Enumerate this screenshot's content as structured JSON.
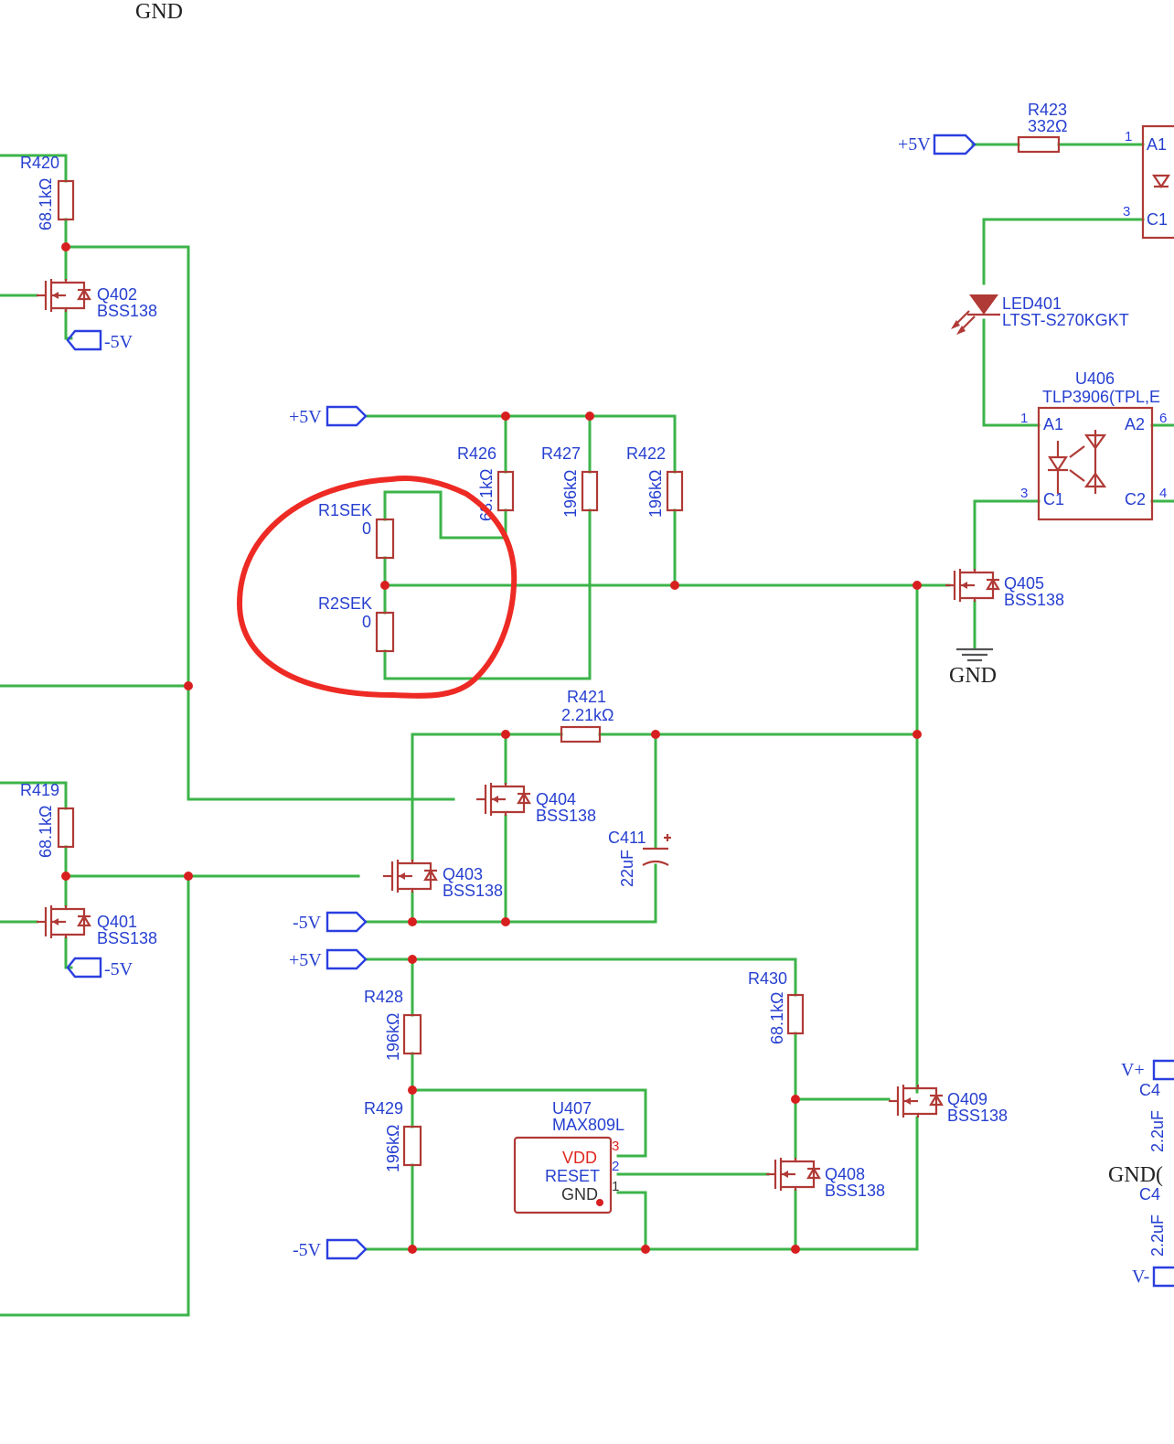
{
  "ground_label": "GND",
  "ports": {
    "plus5": "+5V",
    "minus5": "-5V",
    "v_plus": "V+",
    "v_minus": "V-"
  },
  "resistors": {
    "r420": {
      "ref": "R420",
      "value": "68.1kΩ"
    },
    "r419": {
      "ref": "R419",
      "value": "68.1kΩ"
    },
    "r423": {
      "ref": "R423",
      "value": "332Ω"
    },
    "r426": {
      "ref": "R426",
      "value": "68.1kΩ"
    },
    "r427": {
      "ref": "R427",
      "value": "196kΩ"
    },
    "r422": {
      "ref": "R422",
      "value": "196kΩ"
    },
    "r1sek": {
      "ref": "R1SEK",
      "value": "0"
    },
    "r2sek": {
      "ref": "R2SEK",
      "value": "0"
    },
    "r421": {
      "ref": "R421",
      "value": "2.21kΩ"
    },
    "r428": {
      "ref": "R428",
      "value": "196kΩ"
    },
    "r429": {
      "ref": "R429",
      "value": "196kΩ"
    },
    "r430": {
      "ref": "R430",
      "value": "68.1kΩ"
    }
  },
  "transistors": {
    "q402": {
      "ref": "Q402",
      "part": "BSS138"
    },
    "q401": {
      "ref": "Q401",
      "part": "BSS138"
    },
    "q404": {
      "ref": "Q404",
      "part": "BSS138"
    },
    "q403": {
      "ref": "Q403",
      "part": "BSS138"
    },
    "q405": {
      "ref": "Q405",
      "part": "BSS138"
    },
    "q409": {
      "ref": "Q409",
      "part": "BSS138"
    },
    "q408": {
      "ref": "Q408",
      "part": "BSS138"
    }
  },
  "capacitors": {
    "c411": {
      "ref": "C411",
      "value": "22uF"
    }
  },
  "led401": {
    "ref": "LED401",
    "part": "LTST-S270KGKT"
  },
  "u406": {
    "ref": "U406",
    "part": "TLP3906(TPL,E",
    "pin_a1": "A1",
    "pin_a2": "A2",
    "pin_c1": "C1",
    "pin_c2": "C2",
    "num_1": "1",
    "num_3": "3",
    "num_6": "6",
    "num_4": "4"
  },
  "opto_top": {
    "pin_a": "A1",
    "pin_c": "C1",
    "num_1": "1",
    "num_3": "3"
  },
  "u407": {
    "ref": "U407",
    "part": "MAX809L",
    "pin_vdd": "VDD",
    "pin_reset": "RESET",
    "pin_gnd": "GND",
    "num_3": "3",
    "num_2": "2",
    "num_1": "1"
  },
  "right_edge": {
    "c_top": "C4",
    "c_bottom": "C4",
    "val_top": "2.2uF",
    "val_bottom": "2.2uF",
    "gnd": "GND("
  },
  "colors": {
    "wire": "#3cb44a",
    "component": "#b03a36",
    "label": "#263fd0",
    "junction": "#d81f1f",
    "annotation": "#ee2a24"
  }
}
